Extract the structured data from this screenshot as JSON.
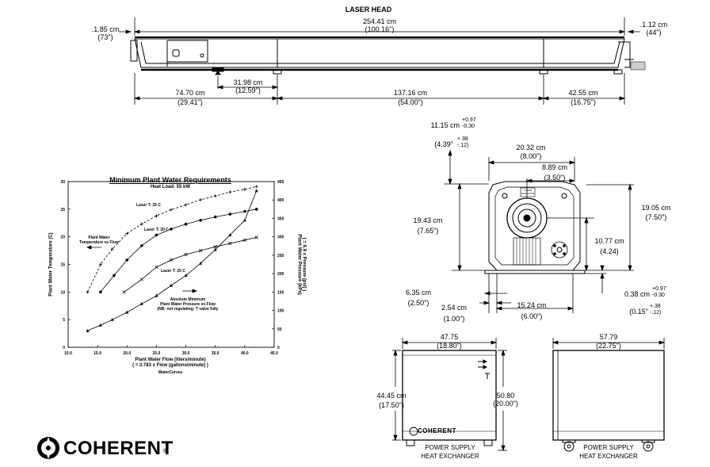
{
  "laser_head": {
    "title": "LASER HEAD",
    "overall_cm": "254.41 cm",
    "overall_in": "(100.16\")",
    "left_end_cm": ".1.85 cm",
    "left_end_in": "(73\")",
    "right_end_cm": ".1.12 cm",
    "right_end_in": "(44\")",
    "mount_cm": "31.98 cm",
    "mount_in": "(12.59\")",
    "seg1_cm": "74.70 cm",
    "seg1_in": "(29.41\")",
    "seg2_cm": "137.16 cm",
    "seg2_in": "(54.00\")",
    "seg3_cm": "42.55 cm",
    "seg3_in": "(16.75\")"
  },
  "end_view": {
    "height_cm": "11.15 cm",
    "height_tol_cm_plus": "+0.97",
    "height_tol_cm_minus": "-0.30",
    "height_in": "(4.39\"",
    "height_tol_in_plus": "+.38",
    "height_tol_in_minus": "-.12)",
    "width_cm": "20.32 cm",
    "width_in": "(8.00\")",
    "center_cm": "8.89 cm",
    "center_in": "(3.50\")",
    "left_h_cm": "19.43 cm",
    "left_h_in": "(7.65\")",
    "right_h_cm": "19.05 cm",
    "right_h_in": "(7.50\")",
    "mid_h_cm": "10.77 cm",
    "mid_h_in": "(4.24)",
    "foot_cm": "6.35 cm",
    "foot_in": "(2.50\")",
    "small_cm": "2.54 cm",
    "small_in": "(1.00\")",
    "base_cm": "15.24 cm",
    "base_in": "(6.00\")",
    "clear_cm": "0.38 cm",
    "clear_tol_cm_plus": "+0.97",
    "clear_tol_cm_minus": "-0.30",
    "clear_in": "(0.15\"",
    "clear_tol_in_plus": "+.38",
    "clear_tol_in_minus": "-.12)",
    "plate_label": "LASER\nRADIATION"
  },
  "power_supply_front": {
    "width_cm": "47.75",
    "width_in": "(18.80\")",
    "height_cm": "44.45 cm",
    "height_in": "(17.50\")",
    "total_h_cm": "50.80",
    "total_h_in": "(20.00\")",
    "brand": "COHERENT",
    "label1": "POWER SUPPLY",
    "label2": "HEAT EXCHANGER"
  },
  "power_supply_side": {
    "width_cm": "57.79",
    "width_in": "(22.75\")",
    "label1": "POWER SUPPLY",
    "label2": "HEAT EXCHANGER"
  },
  "logo": {
    "text": "COHERENT",
    "mark": "®"
  },
  "chart_data": {
    "type": "line",
    "title": "Minimum Plant Water Requirements",
    "subtitle": "Heat Load: 55 kW",
    "xlabel": "Plant Water Flow (liters/minute)",
    "xlabel2": "( = 3.783 x Flow (gallons/minute) )",
    "footer": "WaterCurves",
    "ylabel": "Plant Water Temperature (C)",
    "ylabel_right": "Plant Water Pressure (kPa)",
    "ylabel_right2": "( = 6.9 x Pressure (psi) )",
    "xlim": [
      10,
      45
    ],
    "ylim": [
      0,
      30
    ],
    "ylim_right": [
      0,
      450
    ],
    "x_ticks": [
      "10.0",
      "15.0",
      "20.0",
      "25.0",
      "30.0",
      "35.0",
      "40.0",
      "45.0"
    ],
    "y_ticks": [
      "0",
      "5",
      "10",
      "15",
      "20",
      "25",
      "30"
    ],
    "y_right_ticks": [
      "0",
      "50",
      "100",
      "150",
      "200",
      "250",
      "300",
      "350",
      "400",
      "450"
    ],
    "grid": false,
    "series": [
      {
        "name": "Laser T: 35 C",
        "axis": "left",
        "marker": "plus",
        "dash": true,
        "x": [
          13.3,
          15.5,
          17.5,
          20,
          22.5,
          25,
          27.5,
          30,
          32.5,
          35,
          37.5,
          40,
          42
        ],
        "y": [
          10,
          15,
          17.8,
          20.6,
          22.3,
          23.8,
          24.9,
          25.8,
          26.7,
          27.4,
          28.1,
          28.6,
          29.1
        ]
      },
      {
        "name": "Laser T: 30 C",
        "axis": "left",
        "marker": "dot",
        "dash": false,
        "x": [
          15.5,
          17.8,
          20,
          22.5,
          25,
          27.5,
          30,
          32.5,
          35,
          37.5,
          40,
          42
        ],
        "y": [
          10,
          13,
          15.8,
          18.4,
          20.3,
          21.4,
          22.3,
          23,
          23.6,
          24.1,
          24.6,
          25
        ]
      },
      {
        "name": "Laser T: 25 C",
        "axis": "left",
        "marker": "cross",
        "dash": false,
        "x": [
          19.5,
          22.5,
          25,
          27.5,
          30,
          32.5,
          35,
          37.5,
          40,
          42
        ],
        "y": [
          10,
          12.3,
          14.5,
          15.8,
          16.8,
          17.5,
          18.2,
          18.8,
          19.4,
          19.9
        ]
      },
      {
        "name": "Absolute Minimum Plant Water Pressure vs Flow",
        "axis": "right",
        "marker": "triangle",
        "dash": false,
        "x": [
          13.3,
          15.5,
          17.5,
          20,
          22.5,
          25,
          27.5,
          30,
          32.5,
          35,
          37.5,
          40,
          42
        ],
        "y": [
          45,
          60,
          75,
          95,
          118,
          140,
          168,
          195,
          228,
          265,
          305,
          345,
          425
        ]
      }
    ],
    "annotations": [
      {
        "text": "Plant Water\nTemperature vs Flow",
        "arrow": "left"
      },
      {
        "text": "Absolute Minimum\nPlant Water Pressure vs Flow\n(NB: not regulating; T valve fully",
        "arrow": "right"
      }
    ]
  }
}
